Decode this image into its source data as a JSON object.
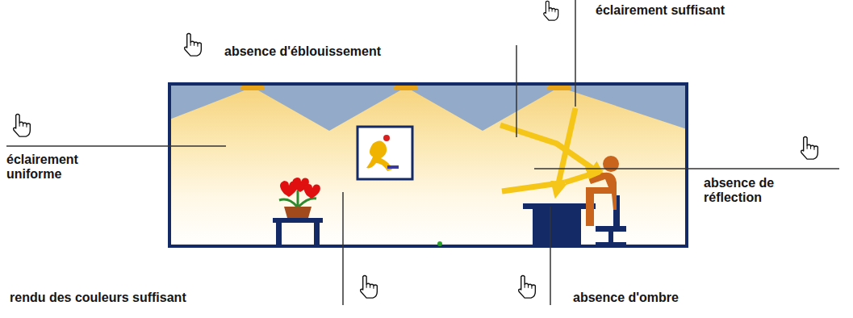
{
  "diagram": {
    "labels": [
      "éclairement suffisant",
      "absence d'éblouissement",
      "éclairement uniforme",
      "absence de réflection",
      "rendu des couleurs suffisant",
      "absence d'ombre"
    ]
  }
}
